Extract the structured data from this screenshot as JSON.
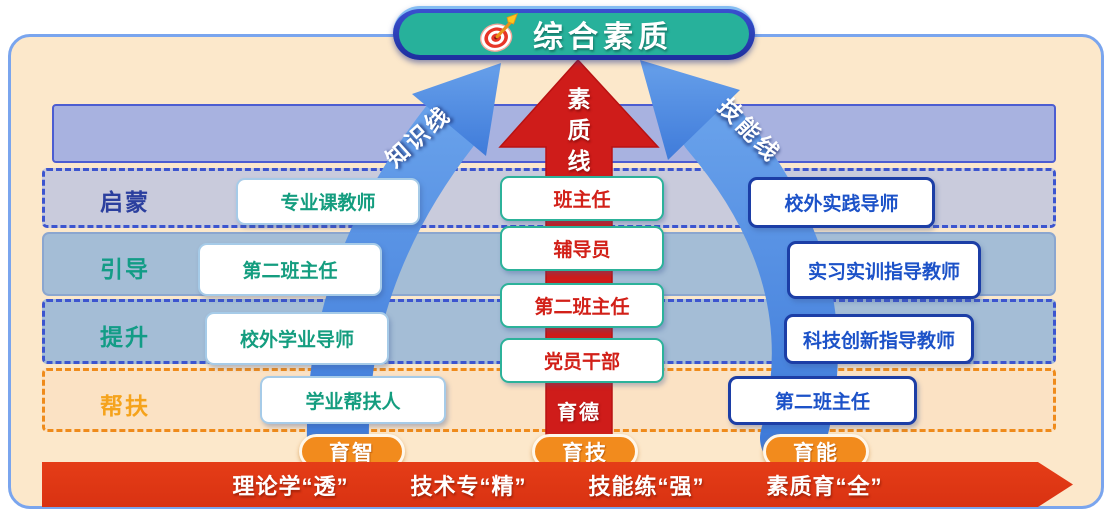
{
  "banner": {
    "title": "综合素质"
  },
  "lines": {
    "knowledge": "知识线",
    "quality": "素质线",
    "skill": "技能线",
    "moral": "育德"
  },
  "stages": [
    {
      "label": "启蒙"
    },
    {
      "label": "引导"
    },
    {
      "label": "提升"
    },
    {
      "label": "帮扶"
    }
  ],
  "left_track": {
    "badge": "育智",
    "boxes": [
      {
        "label": "专业课教师"
      },
      {
        "label": "第二班主任"
      },
      {
        "label": "校外学业导师"
      },
      {
        "label": "学业帮扶人"
      }
    ]
  },
  "center_track": {
    "badge": "育技",
    "boxes": [
      {
        "label": "班主任"
      },
      {
        "label": "辅导员"
      },
      {
        "label": "第二班主任"
      },
      {
        "label": "党员干部"
      }
    ]
  },
  "right_track": {
    "badge": "育能",
    "boxes": [
      {
        "label": "校外实践导师"
      },
      {
        "label": "实习实训指导教师"
      },
      {
        "label": "科技创新指导教师"
      },
      {
        "label": "第二班主任"
      }
    ]
  },
  "bottom_banner": {
    "items": [
      {
        "label": "理论学“透”"
      },
      {
        "label": "技术专“精”"
      },
      {
        "label": "技能练“强”"
      },
      {
        "label": "素质育“全”"
      }
    ]
  },
  "colors": {
    "banner_teal": "#27b19b",
    "quality_line_red": "#cf1c1a",
    "blue_arrow": "#4c8ce4",
    "badge_orange": "#f28b1d",
    "bottom_banner_red": "#e0381a"
  }
}
